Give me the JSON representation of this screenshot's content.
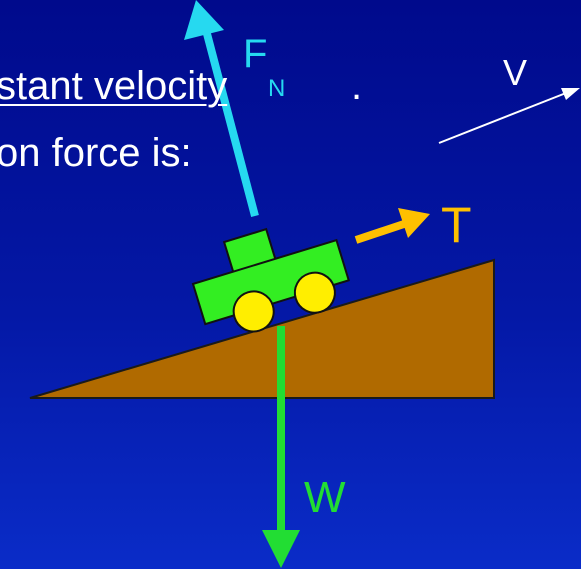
{
  "slide": {
    "line1": "stant velocity",
    "line1_end": ".",
    "line2": "on force is:"
  },
  "labels": {
    "velocity": "V",
    "normal_force": "F",
    "normal_force_subscript": "N",
    "tension": "T",
    "weight": "W"
  },
  "colors": {
    "background": "#000a8c",
    "text": "#ffffff",
    "normal_force": "#26d9f0",
    "tension": "#ffc000",
    "weight": "#22dd33",
    "ramp": "#b06a00",
    "car_body": "#33ee22",
    "wheels": "#ffee00"
  }
}
